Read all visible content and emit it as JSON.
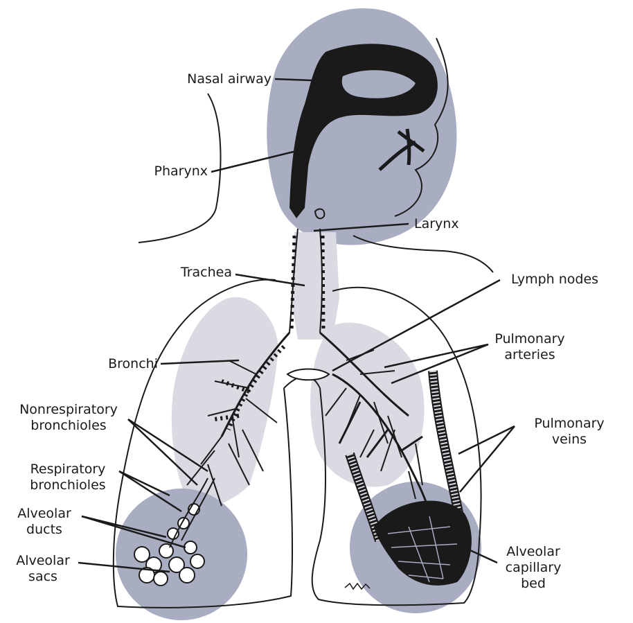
{
  "colors": {
    "background": "#ffffff",
    "shade_dark": "#a9adc2",
    "shade_light": "#d9dae2",
    "ink": "#1a1a1a"
  },
  "labels": {
    "nasal_airway": "Nasal airway",
    "pharynx": "Pharynx",
    "larynx": "Larynx",
    "trachea": "Trachea",
    "lymph_nodes": "Lymph nodes",
    "pulmonary_arteries": [
      "Pulmonary",
      "arteries"
    ],
    "bronchi": "Bronchi",
    "nonrespiratory_bronchioles": [
      "Nonrespiratory",
      "bronchioles"
    ],
    "pulmonary_veins": [
      "Pulmonary",
      "veins"
    ],
    "respiratory_bronchioles": [
      "Respiratory",
      "bronchioles"
    ],
    "alveolar_ducts": [
      "Alveolar",
      "ducts"
    ],
    "alveolar_sacs": [
      "Alveolar",
      "sacs"
    ],
    "alveolar_capillary_bed": [
      "Alveolar",
      "capillary",
      "bed"
    ]
  }
}
